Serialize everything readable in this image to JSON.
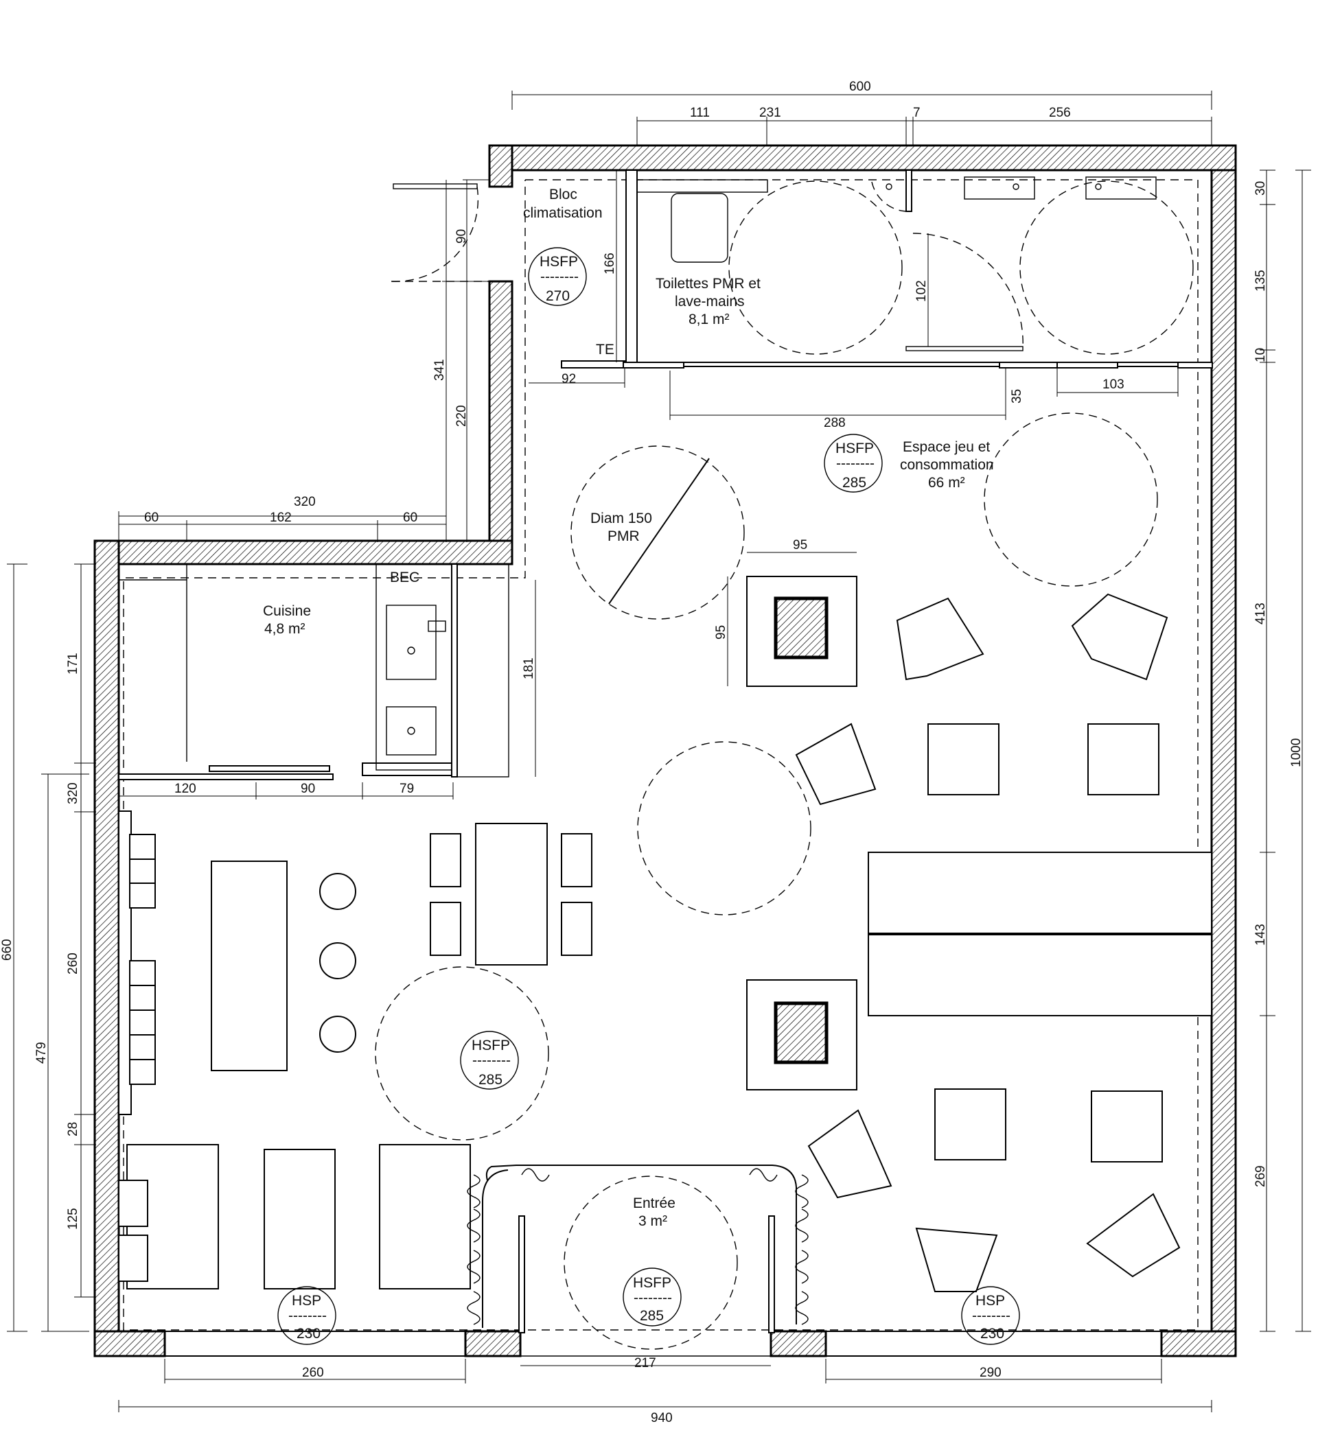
{
  "rooms": {
    "bloc_clim": [
      "Bloc",
      "climatisation"
    ],
    "toilettes": [
      "Toilettes PMR et",
      "lave-mains",
      "8,1 m²"
    ],
    "espace": [
      "Espace jeu et",
      "consommation",
      "66 m²"
    ],
    "cuisine": [
      "Cuisine",
      "4,8 m²"
    ],
    "entree": [
      "Entrée",
      "3 m²"
    ],
    "diam": [
      "Diam 150",
      "PMR"
    ],
    "te": "TE",
    "bec": "BEC"
  },
  "heights": {
    "hsfp_270": [
      "HSFP",
      "--------",
      "270"
    ],
    "hsfp_285_top": [
      "HSFP",
      "--------",
      "285"
    ],
    "hsfp_285_mid": [
      "HSFP",
      "--------",
      "285"
    ],
    "hsfp_285_entry": [
      "HSFP",
      "--------",
      "285"
    ],
    "hsp_230_left": [
      "HSP",
      "--------",
      "230"
    ],
    "hsp_230_right": [
      "HSP",
      "--------",
      "230"
    ]
  },
  "dimensions": {
    "top_600": "600",
    "top_111": "111",
    "top_231": "231",
    "top_7": "7",
    "top_256": "256",
    "w_320": "320",
    "w_60a": "60",
    "w_162": "162",
    "w_60b": "60",
    "v_90": "90",
    "v_341": "341",
    "v_220": "220",
    "v_166": "166",
    "v_102": "102",
    "h_92": "92",
    "v_35": "35",
    "h_288": "288",
    "h_103": "103",
    "h_95": "95",
    "v_95": "95",
    "v_181": "181",
    "h_120": "120",
    "h_90": "90",
    "h_79": "79",
    "l_171": "171",
    "l_320": "320",
    "l_660": "660",
    "l_260": "260",
    "l_479": "479",
    "l_28": "28",
    "l_125": "125",
    "r_30": "30",
    "r_135": "135",
    "r_10": "10",
    "r_413": "413",
    "r_1000": "1000",
    "r_143": "143",
    "r_269": "269",
    "b_260": "260",
    "b_217": "217",
    "b_290": "290",
    "b_940": "940"
  }
}
